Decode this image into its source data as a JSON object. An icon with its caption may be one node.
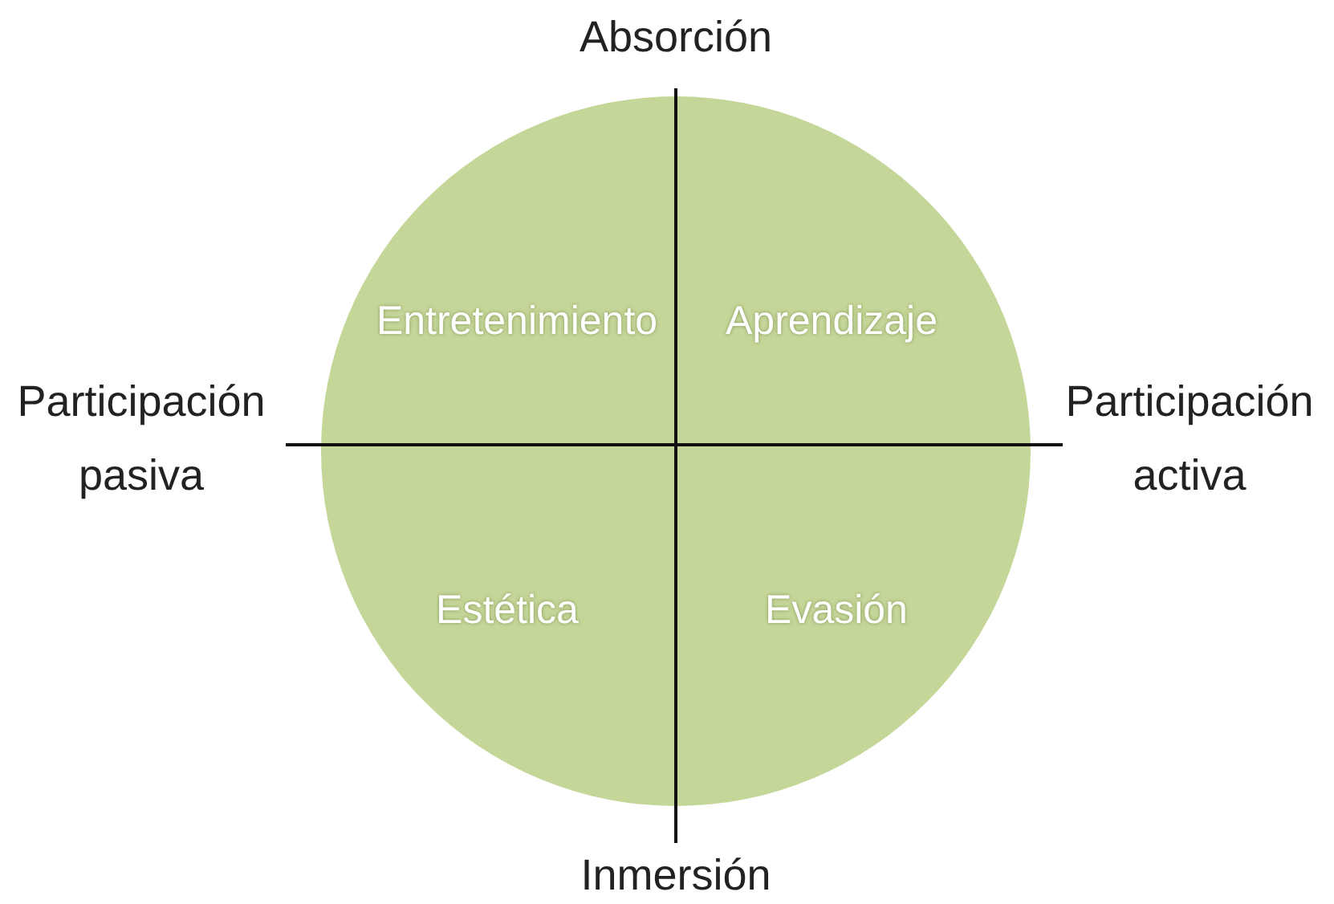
{
  "diagram": {
    "labels": [
      "Absorción",
      "Entretenimiento",
      "Aprendizaje",
      "Participación pasiva",
      "Participación activa",
      "Estética",
      "Evasión",
      "Inmersión"
    ]
  }
}
